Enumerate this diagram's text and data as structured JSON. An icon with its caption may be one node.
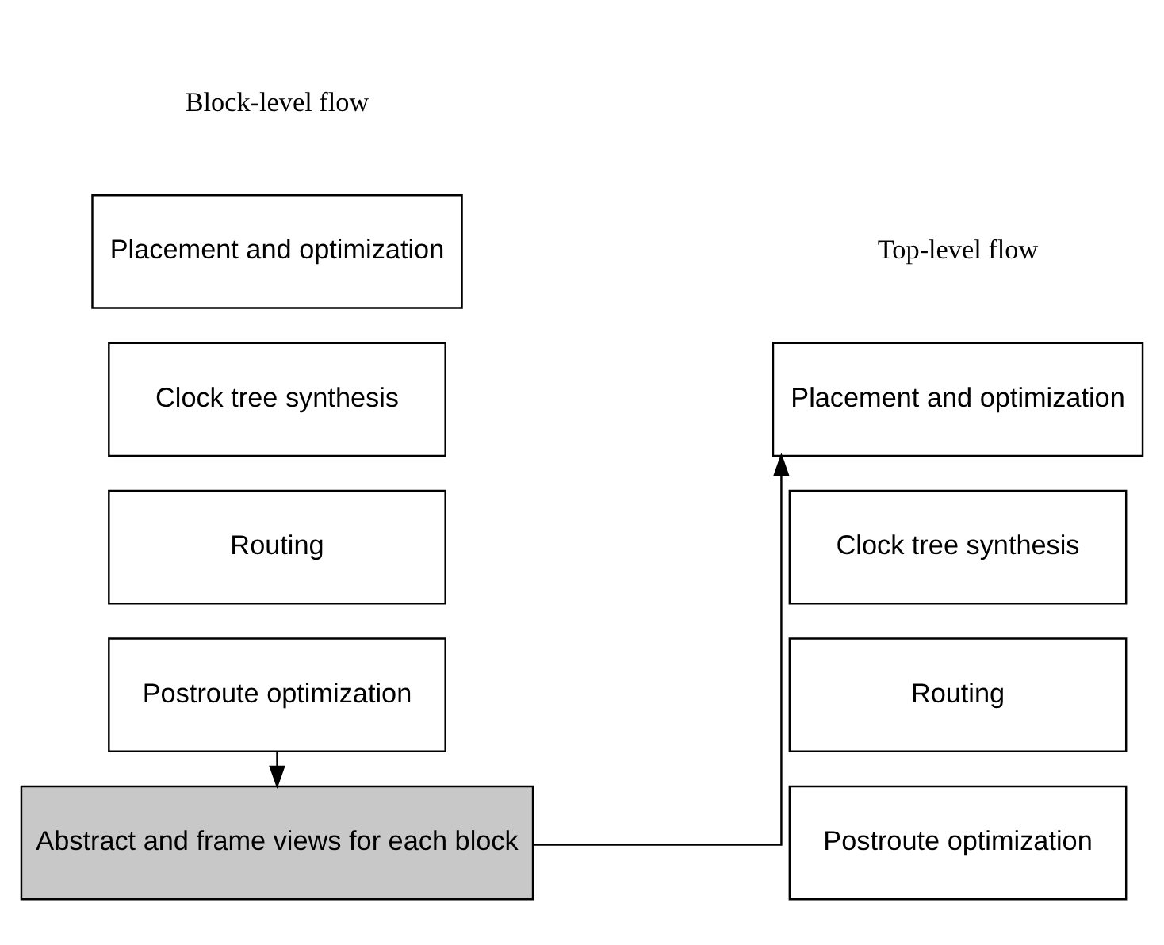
{
  "diagram": {
    "nodes": [
      {
        "text": [
          "Placement and optimization"
        ]
      },
      {
        "text": [
          "Clock tree synthesis"
        ]
      },
      {
        "text": [
          "Routing"
        ]
      },
      {
        "text": [
          "Postroute optimization"
        ]
      },
      {
        "text": [
          "Abstract and frame views for each block"
        ]
      },
      {
        "text": [
          "Placement and optimization"
        ]
      },
      {
        "text": [
          "Clock tree synthesis"
        ]
      },
      {
        "text": [
          "Routing"
        ]
      },
      {
        "text": [
          "Postroute optimization"
        ]
      }
    ],
    "edges": [
      {
        "from": 3,
        "to": 4,
        "arrow": "to"
      },
      {
        "from": 4,
        "to": 5,
        "arrow": "to"
      }
    ],
    "labels": [
      "Block-level flow",
      "Top-level flow"
    ]
  }
}
